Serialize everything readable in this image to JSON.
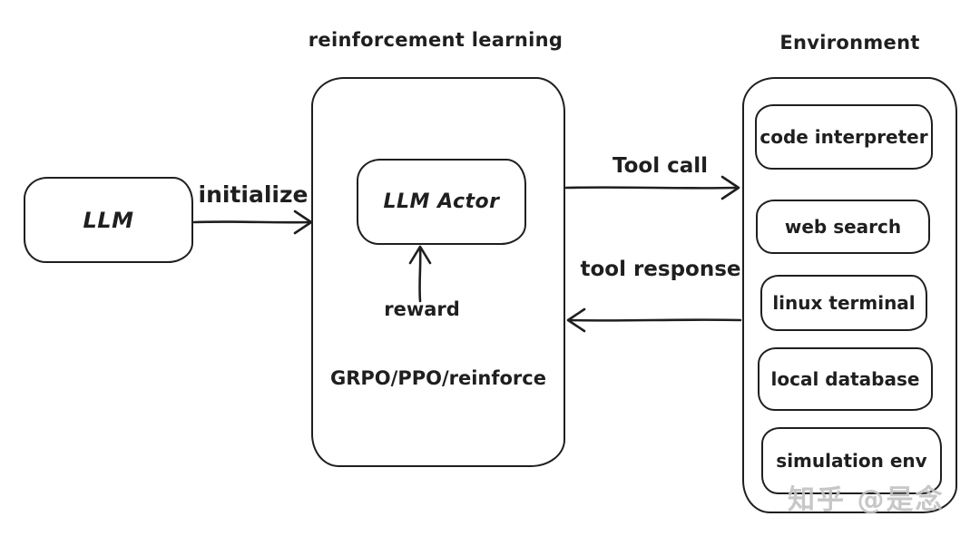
{
  "titles": {
    "reinforcement_learning": "reinforcement learning",
    "environment": "Environment"
  },
  "nodes": {
    "llm": "LLM",
    "llm_actor": "LLM Actor",
    "algorithms": "GRPO/PPO/reinforce"
  },
  "edges": {
    "initialize": "initialize",
    "tool_call": "Tool call",
    "tool_response": "tool response",
    "reward": "reward"
  },
  "environment": {
    "items": [
      {
        "label": "code interpreter"
      },
      {
        "label": "web search"
      },
      {
        "label": "linux terminal"
      },
      {
        "label": "local database"
      },
      {
        "label": "simulation env"
      }
    ]
  },
  "watermark": "知乎 @是念",
  "colors": {
    "stroke": "#1f1f1f",
    "background": "#ffffff",
    "watermark": "#c1c1c1"
  }
}
